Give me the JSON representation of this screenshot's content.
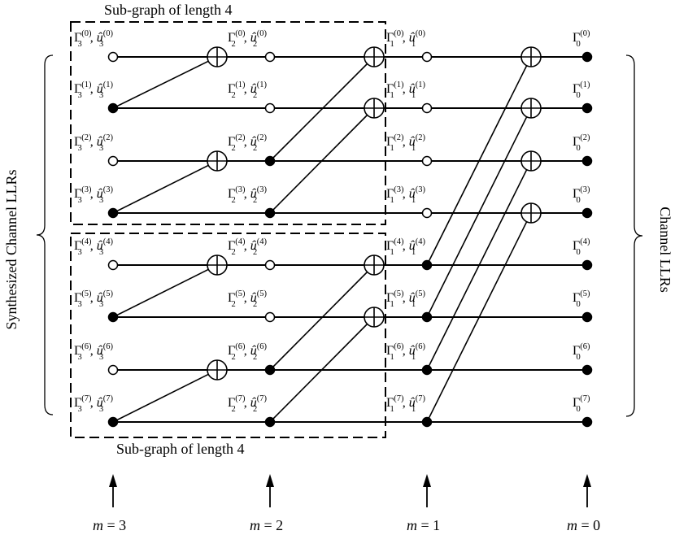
{
  "captions": {
    "top": "Sub-graph of length  4",
    "bottom": "Sub-graph of length  4"
  },
  "side_labels": {
    "left": "Synthesized Channel LLRs",
    "right": "Channel LLRs"
  },
  "stages": [
    {
      "m": "3",
      "label": "m = 3"
    },
    {
      "m": "2",
      "label": "m = 2"
    },
    {
      "m": "1",
      "label": "m = 1"
    },
    {
      "m": "0",
      "label": "m = 0"
    }
  ],
  "symbols": {
    "gamma": "Γ",
    "u": "û",
    "comma": ",",
    "m_var": "m",
    "equals": " = "
  },
  "node_labels": {
    "stage3": [
      {
        "sub": "3",
        "sup": "(0)"
      },
      {
        "sub": "3",
        "sup": "(1)"
      },
      {
        "sub": "3",
        "sup": "(2)"
      },
      {
        "sub": "3",
        "sup": "(3)"
      },
      {
        "sub": "3",
        "sup": "(4)"
      },
      {
        "sub": "3",
        "sup": "(5)"
      },
      {
        "sub": "3",
        "sup": "(6)"
      },
      {
        "sub": "3",
        "sup": "(7)"
      }
    ],
    "stage2": [
      {
        "sub": "2",
        "sup": "(0)"
      },
      {
        "sub": "2",
        "sup": "(1)"
      },
      {
        "sub": "2",
        "sup": "(2)"
      },
      {
        "sub": "2",
        "sup": "(3)"
      },
      {
        "sub": "2",
        "sup": "(4)"
      },
      {
        "sub": "2",
        "sup": "(5)"
      },
      {
        "sub": "2",
        "sup": "(6)"
      },
      {
        "sub": "2",
        "sup": "(7)"
      }
    ],
    "stage1": [
      {
        "sub": "1",
        "sup": "(0)"
      },
      {
        "sub": "1",
        "sup": "(1)"
      },
      {
        "sub": "1",
        "sup": "(2)"
      },
      {
        "sub": "1",
        "sup": "(3)"
      },
      {
        "sub": "1",
        "sup": "(4)"
      },
      {
        "sub": "1",
        "sup": "(5)"
      },
      {
        "sub": "1",
        "sup": "(6)"
      },
      {
        "sub": "1",
        "sup": "(7)"
      }
    ],
    "stage0": [
      {
        "sub": "0",
        "sup": "(0)"
      },
      {
        "sub": "0",
        "sup": "(1)"
      },
      {
        "sub": "0",
        "sup": "(2)"
      },
      {
        "sub": "0",
        "sup": "(3)"
      },
      {
        "sub": "0",
        "sup": "(4)"
      },
      {
        "sub": "0",
        "sup": "(5)"
      },
      {
        "sub": "0",
        "sup": "(6)"
      },
      {
        "sub": "0",
        "sup": "(7)"
      }
    ]
  },
  "node_states": {
    "stage3": [
      "open",
      "filled",
      "open",
      "filled",
      "open",
      "filled",
      "open",
      "filled"
    ],
    "stage2": [
      "open",
      "open",
      "filled",
      "filled",
      "open",
      "open",
      "filled",
      "filled"
    ],
    "stage1": [
      "open",
      "open",
      "open",
      "open",
      "filled",
      "filled",
      "filled",
      "filled"
    ],
    "stage0": [
      "filled",
      "filled",
      "filled",
      "filled",
      "filled",
      "filled",
      "filled",
      "filled"
    ]
  }
}
